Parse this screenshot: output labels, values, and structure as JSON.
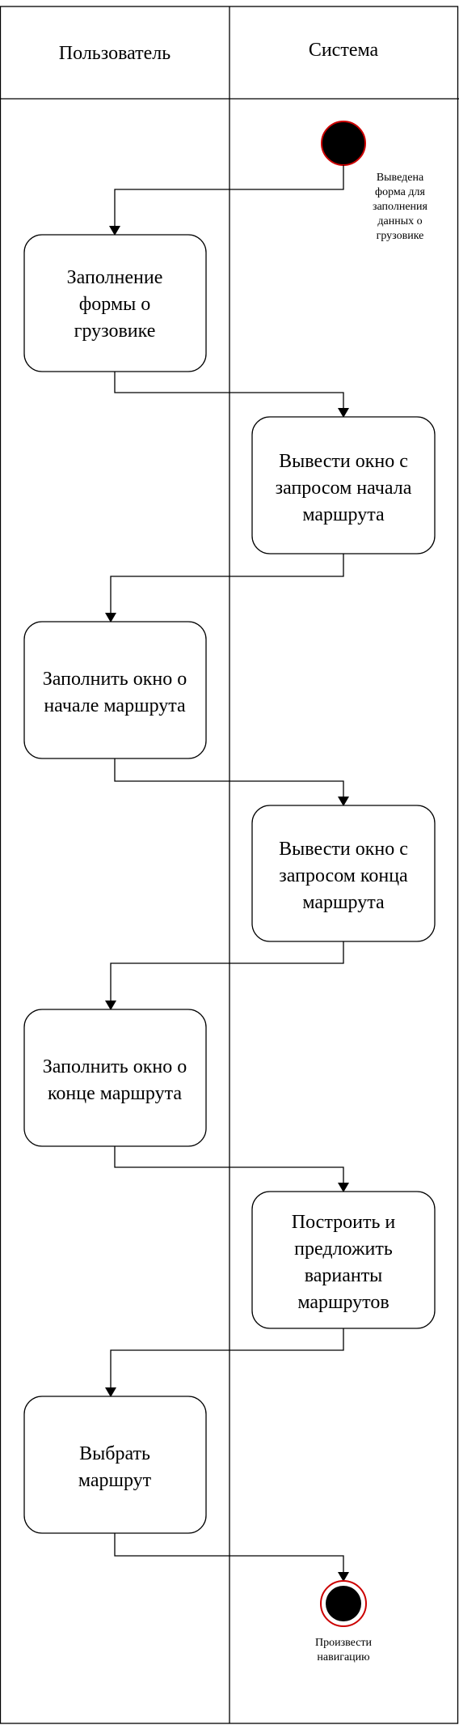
{
  "lanes": {
    "user": "Пользователь",
    "system": "Система"
  },
  "start_note": [
    "Выведена",
    "форма для",
    "заполнения",
    "данных о",
    "грузовике"
  ],
  "end_note": [
    "Произвести",
    "навигацию"
  ],
  "activities": [
    {
      "id": "fill-truck-form",
      "lane": "user",
      "lines": [
        "Заполнение",
        "формы о",
        "грузовике"
      ]
    },
    {
      "id": "show-route-start-window",
      "lane": "system",
      "lines": [
        "Вывести окно с",
        "запросом начала",
        "маршрута"
      ]
    },
    {
      "id": "fill-route-start",
      "lane": "user",
      "lines": [
        "Заполнить окно о",
        "начале маршрута"
      ]
    },
    {
      "id": "show-route-end-window",
      "lane": "system",
      "lines": [
        "Вывести окно с",
        "запросом конца",
        "маршрута"
      ]
    },
    {
      "id": "fill-route-end",
      "lane": "user",
      "lines": [
        "Заполнить окно о",
        "конце маршрута"
      ]
    },
    {
      "id": "build-routes",
      "lane": "system",
      "lines": [
        "Построить и",
        "предложить",
        "варианты",
        "маршрутов"
      ]
    },
    {
      "id": "choose-route",
      "lane": "user",
      "lines": [
        "Выбрать",
        "маршрут"
      ]
    }
  ]
}
